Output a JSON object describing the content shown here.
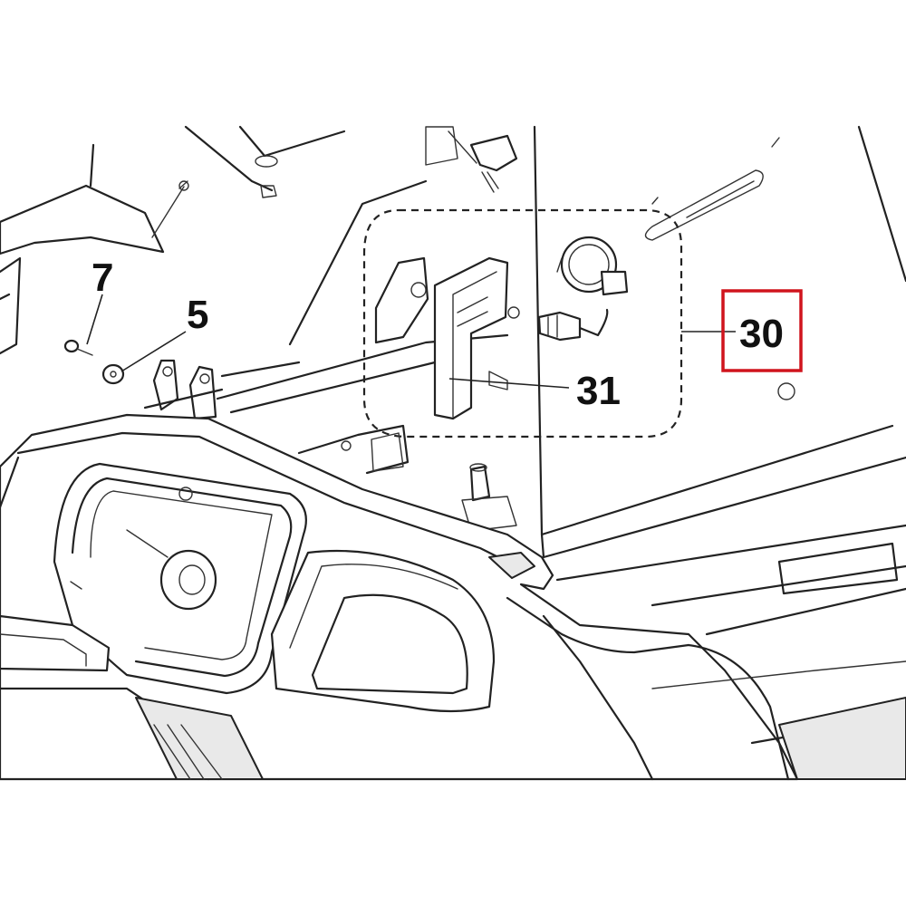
{
  "callouts": {
    "c7": "7",
    "c5": "5",
    "c31": "31",
    "c30": "30"
  },
  "highlight": {
    "target": "30",
    "color": "#d0141d"
  }
}
